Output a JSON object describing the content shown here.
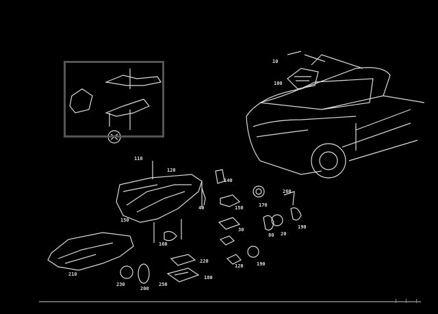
{
  "diagram": {
    "type": "exploded-parts-diagram",
    "subject": "headlamp assembly",
    "background": "#000000",
    "line_color": "#e0e0e0",
    "inset_border_color": "#555555",
    "callouts": {
      "c1": "10",
      "c2": "100",
      "c3": "110",
      "c4": "120",
      "c5": "140",
      "c6": "150",
      "c7": "170",
      "c8": "190",
      "c9": "260",
      "c10": "30",
      "c11": "80",
      "c12": "20",
      "c13": "190",
      "c14": "120",
      "c15": "40",
      "c16": "150",
      "c17": "160",
      "c18": "210",
      "c19": "230",
      "c20": "200",
      "c21": "250",
      "c22": "220",
      "c23": "180"
    }
  }
}
